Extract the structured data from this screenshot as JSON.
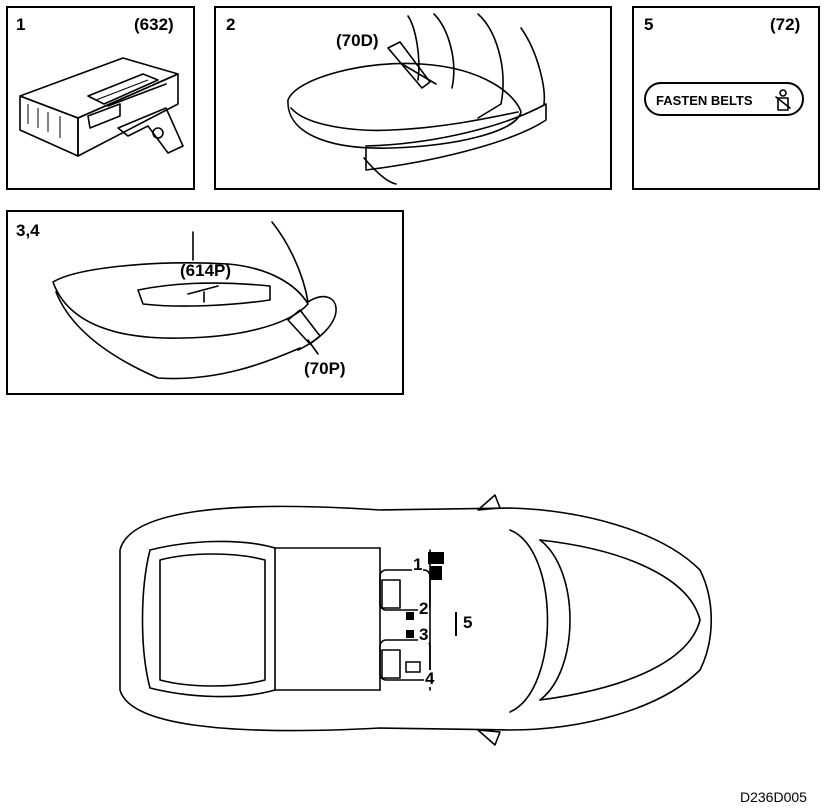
{
  "panels": {
    "p1": {
      "index": "1",
      "code": "(632)"
    },
    "p2": {
      "index": "2",
      "code": "(70D)"
    },
    "p5": {
      "index": "5",
      "code": "(72)",
      "badge_text": "FASTEN BELTS"
    },
    "p34": {
      "index": "3,4",
      "code_a": "(614P)",
      "code_b": "(70P)"
    }
  },
  "car": {
    "locations": [
      "1",
      "2",
      "3",
      "4",
      "5"
    ]
  },
  "figure_id": "D236D005",
  "icons": {
    "module": "control-module-icon",
    "seat": "seat-icon",
    "buckle": "seat-belt-buckle-icon",
    "belt": "seat-belt-icon",
    "car": "car-top-view-icon"
  }
}
